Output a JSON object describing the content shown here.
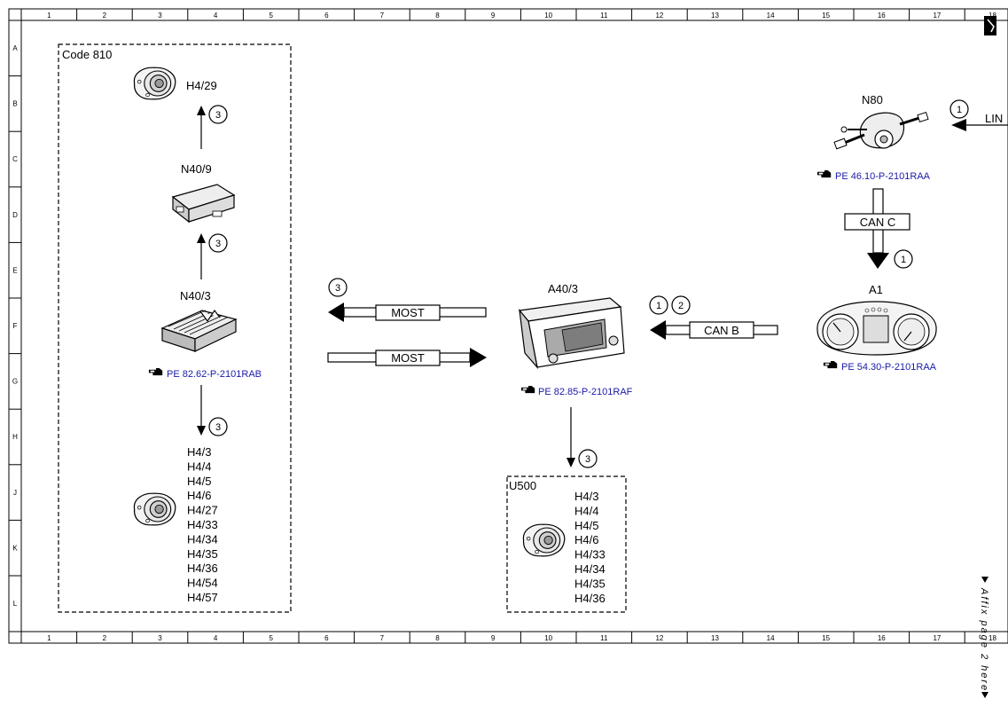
{
  "columns": [
    "1",
    "2",
    "3",
    "4",
    "5",
    "6",
    "7",
    "8",
    "9",
    "10",
    "11",
    "12",
    "13",
    "14",
    "15",
    "16",
    "17",
    "18"
  ],
  "rows": [
    "A",
    "B",
    "C",
    "D",
    "E",
    "F",
    "G",
    "H",
    "J",
    "K",
    "L"
  ],
  "sidebar_note": "Affix page 2 here",
  "code_box": {
    "title": "Code 810",
    "top_speaker": "H4/29",
    "module1": "N40/9",
    "module2": "N40/3",
    "ref": "PE 82.62-P-2101RAB",
    "speakers": [
      "H4/3",
      "H4/4",
      "H4/5",
      "H4/6",
      "H4/27",
      "H4/33",
      "H4/34",
      "H4/35",
      "H4/36",
      "H4/54",
      "H4/57"
    ]
  },
  "circle_labels": {
    "c1": "3",
    "c2": "3",
    "c3": "3",
    "c4": "3",
    "c5": "3",
    "c6": "1",
    "c7": "2",
    "c8": "1",
    "c9": "1"
  },
  "buses": {
    "most_left": "MOST",
    "most_right": "MOST",
    "can_b": "CAN B",
    "can_c": "CAN C",
    "lin": "LIN"
  },
  "head_unit": {
    "name": "A40/3",
    "ref": "PE 82.85-P-2101RAF"
  },
  "u500_box": {
    "title": "U500",
    "speakers": [
      "H4/3",
      "H4/4",
      "H4/5",
      "H4/6",
      "H4/33",
      "H4/34",
      "H4/35",
      "H4/36"
    ]
  },
  "switch": {
    "name": "N80",
    "ref": "PE 46.10-P-2101RAA"
  },
  "cluster": {
    "name": "A1",
    "ref": "PE 54.30-P-2101RAA"
  },
  "colors": {
    "ref_text": "#1a1aa8",
    "line": "#000000"
  }
}
